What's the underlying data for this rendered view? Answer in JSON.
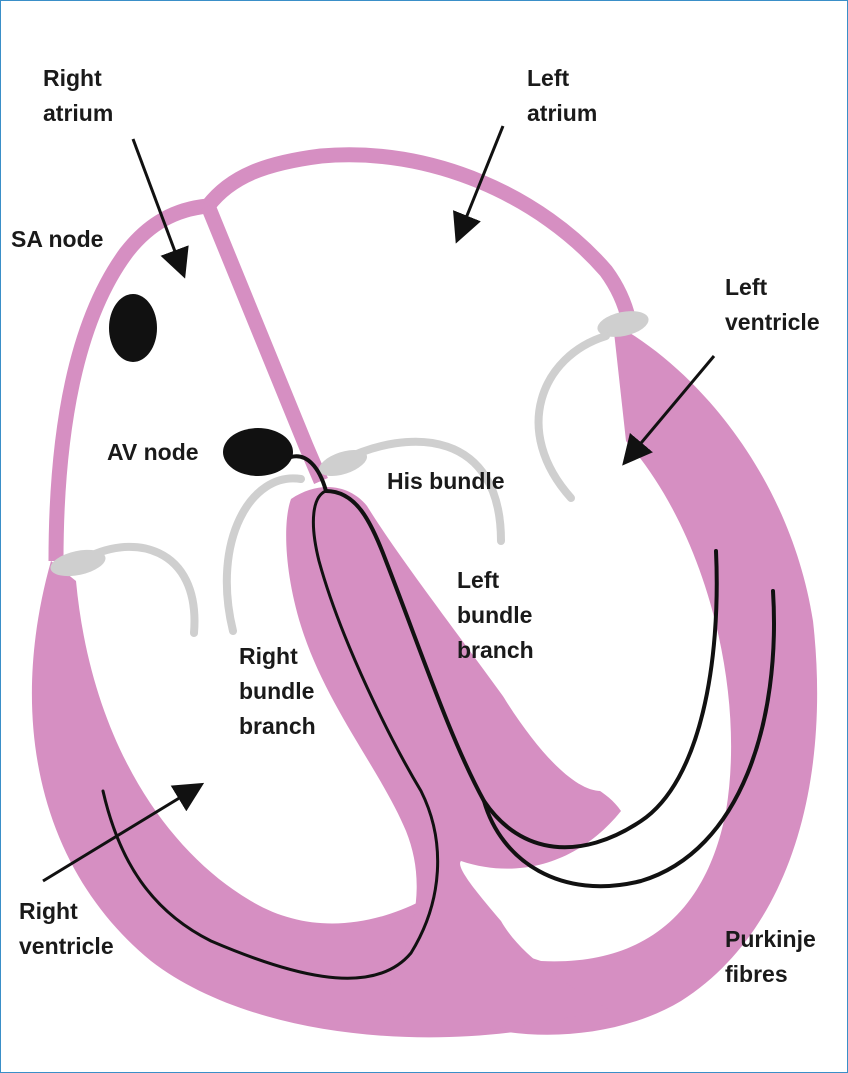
{
  "colors": {
    "muscle": "#d68fc2",
    "valve": "#cfcfcf",
    "node": "#111111",
    "border": "#3a8fc8",
    "text": "#1a1a1a"
  },
  "labels": {
    "right_atrium": {
      "line1": "Right",
      "line2": "atrium"
    },
    "left_atrium": {
      "line1": "Left",
      "line2": "atrium"
    },
    "sa_node": {
      "line1": "SA node"
    },
    "left_ventricle": {
      "line1": "Left",
      "line2": "ventricle"
    },
    "av_node": {
      "line1": "AV node"
    },
    "his_bundle": {
      "line1": "His bundle"
    },
    "left_bundle_branch": {
      "line1": "Left",
      "line2": "bundle",
      "line3": "branch"
    },
    "right_bundle_branch": {
      "line1": "Right",
      "line2": "bundle",
      "line3": "branch"
    },
    "right_ventricle": {
      "line1": "Right",
      "line2": "ventricle"
    },
    "purkinje_fibres": {
      "line1": "Purkinje",
      "line2": "fibres"
    }
  }
}
